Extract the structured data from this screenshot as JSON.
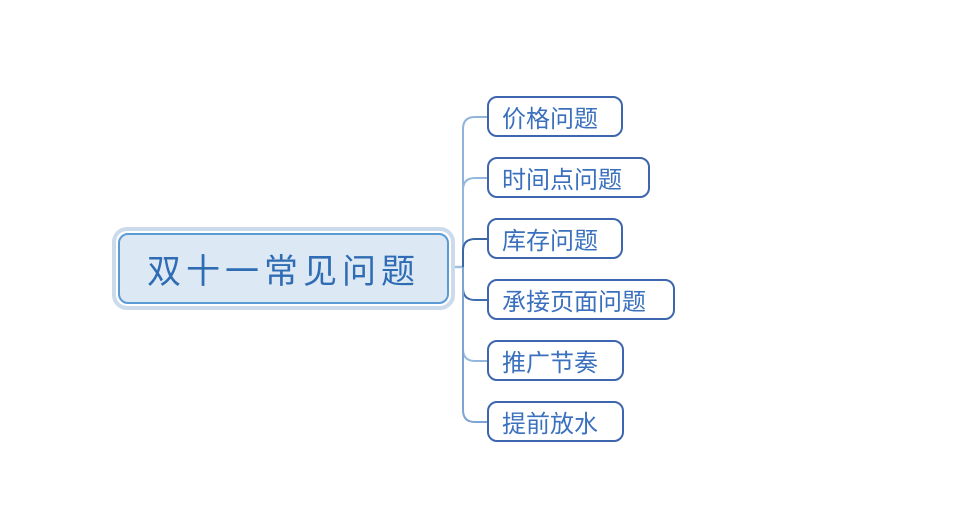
{
  "mindmap": {
    "root": {
      "label": "双十一常见问题"
    },
    "children": [
      {
        "label": "价格问题"
      },
      {
        "label": "时间点问题"
      },
      {
        "label": "库存问题"
      },
      {
        "label": "承接页面问题"
      },
      {
        "label": "推广节奏"
      },
      {
        "label": "提前放水"
      }
    ]
  },
  "connectors": [
    {
      "from": "root",
      "to": "价格问题",
      "color": "#8fb3da"
    },
    {
      "from": "root",
      "to": "时间点问题",
      "color": "#94b7dd"
    },
    {
      "from": "root",
      "to": "库存问题",
      "color": "#3a67a6"
    },
    {
      "from": "root",
      "to": "承接页面问题",
      "color": "#3f6eb0"
    },
    {
      "from": "root",
      "to": "推广节奏",
      "color": "#94b7dd"
    },
    {
      "from": "root",
      "to": "提前放水",
      "color": "#7da4d2"
    },
    {
      "from": "root-stub",
      "to": "trunk",
      "color": "#9cc2e0"
    }
  ],
  "theme": {
    "background": "#ffffff",
    "root_fill": "#dce9f5",
    "root_border": "#5b9bd5",
    "root_halo": "#cbdbeb",
    "root_text": "#2f6cb3",
    "child_fill": "#ffffff",
    "child_border": "#3d66ae",
    "child_text": "#3a70bd"
  }
}
